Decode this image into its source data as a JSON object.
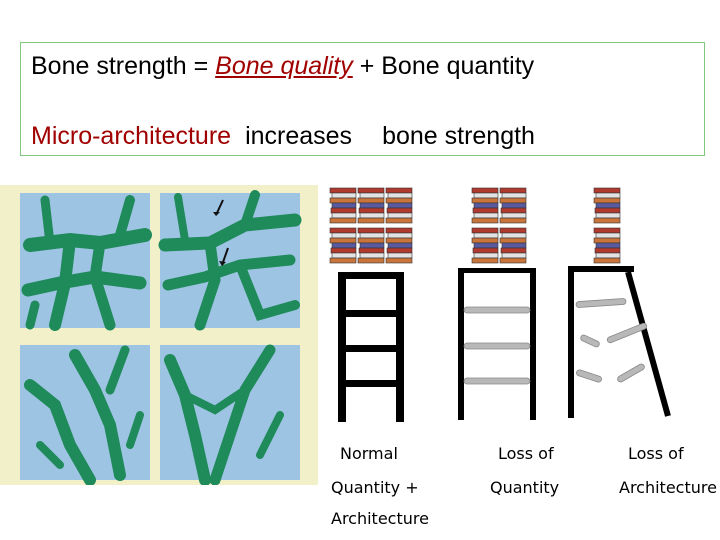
{
  "header": {
    "line1_a": "Bone strength  =  ",
    "line1_quality": "Bone quality",
    "line1_b": " + Bone quantity",
    "line2_a": "Micro-architecture",
    "line2_b": "increases",
    "line2_c": "bone strength"
  },
  "captions": {
    "normal": "Normal",
    "normal_2": "Quantity +",
    "normal_3": "Architecture",
    "quantity": "Loss of",
    "quantity_2": "Quantity",
    "architecture": "Loss of",
    "architecture_2": "Architecture"
  },
  "colors": {
    "marrow": "#9ec4e4",
    "bone": "#1f8a5a",
    "frame": "#f2f0c8",
    "ladder": "#000000",
    "rung_weak": "#b8b8b8",
    "book_red": "#b03a2e"
  }
}
